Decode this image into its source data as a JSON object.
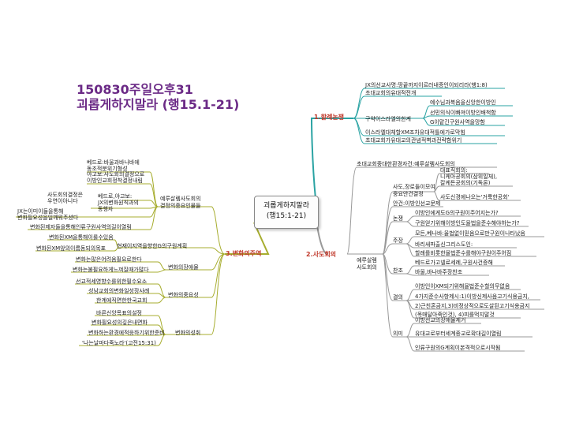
{
  "title": {
    "line1": "150830주일오후31",
    "line2": "괴롭게하지말라 (행15.1-21)"
  },
  "central": {
    "line1": "괴롭게하지말라",
    "line2": "(행15:1-21)"
  },
  "branch1": {
    "label": "1.할례논쟁",
    "items": [
      "JX의선교사명:땅끝까지이르러내증인이되리라(행1:8)",
      "초대교회의유대적전개",
      "예수님과복음을신앙한이방인",
      "선민의식이빠져이방인배척함",
      "G이맡긴구원사역을망함",
      "구약이스라엘의한계",
      "이스라엘대체할XM조차유대적틀에가로막힘",
      "초대교회가유대교의관념적벽과전략함위기"
    ]
  },
  "branch2": {
    "label": "2.사도회의",
    "top_item": "초대교회중대한환경자건:예루살렘사도회의",
    "hub": [
      "예루살렘",
      "사도회의"
    ],
    "cat_attendees": [
      "사도,장로들이모여",
      "중요안건결정"
    ],
    "attendees": [
      "대표직회의:",
      "니케아공회의(삼위일체),",
      "칼케돈공회의(기독론)",
      "사도신경에나오는'거룩한공회'"
    ],
    "cat_agenda": "안건:이방인선교문제",
    "cat_dispute": "논쟁",
    "dispute": [
      "이방인에게도G의구원이주어지는가?",
      "구원얻기위해이방인도율법을준수해야하는가?"
    ],
    "cat_claim": "주장",
    "claim": [
      "모든,베나바:율법없이믿음으로만구원이나타났음",
      "바리새파출신그리스도인:",
      "할례를비롯한율법준수를해야구원이주어짐"
    ],
    "cat_support": "찬조",
    "support": [
      "베드로가고넬료세례,구원사건증해",
      "바울,바나바주장찬조"
    ],
    "cat_resolution": "결의",
    "resolution": [
      "이방인이XM되기위해율법준수할의무없음",
      "4가지준수사항제시:1)이방신제사음고기식용금지,",
      "2)근친혼금지,3)비정상적으로도살된고기식용금지",
      "(목매달아죽인것), 4)피를먹지말것"
    ],
    "cat_meaning": "의미",
    "meaning": [
      "이방선교의장애물제거",
      "유대교로부터세계종교로확대길이열림",
      "인류구원의G계획이본격적으로시작됨"
    ]
  },
  "branch3": {
    "label": "3.변화의주역",
    "cat_importance": [
      "예루살렘사도회의",
      "결정의중요인물들"
    ],
    "importance": [
      "베드로:바울과바나바에",
      "동조적분위기형성",
      "야고보:사도회의결정으로",
      "이방인교회정착결정내림",
      "사도회의결정은",
      "우연이아니다",
      "JX는이미이들을통해",
      "변화필요성을일깨워주셨다",
      "베드로,야고보:",
      "JX의변화원칙과의",
      "동행자",
      "변화된제자들을통해인류구원사역의길이열림"
    ],
    "cat_role": "현재이지역을향한G의구원계획",
    "role": [
      "변화된XM을통해이룰수있음",
      "변화된XM앞의이름동되의목표"
    ],
    "cat_attitude": "변화의장애물",
    "attitude": [
      "변화는많은어려움필요로한다",
      "변화는불필요하게느껴질때가많다"
    ],
    "cat_necessity": "변화의중요성",
    "necessity": [
      "선교적세영향수를위한필수요소",
      "성남교회의변화일성장사례",
      "한계에직면한한국교회"
    ],
    "cat_achieve": "변화의성취",
    "achieve": [
      "바른신앙목표의설정",
      "변화필요성의깊은내면화",
      "변화하는환경에적응하기위한준비",
      "'나는날마다죽노라'(고전15:31)"
    ]
  },
  "colors": {
    "title": "#6b2a86",
    "branch_label": "#c0392b",
    "branch1_line": "#2aa3a3",
    "branch2_line": "#999999",
    "branch3_line": "#a7ad2f"
  }
}
